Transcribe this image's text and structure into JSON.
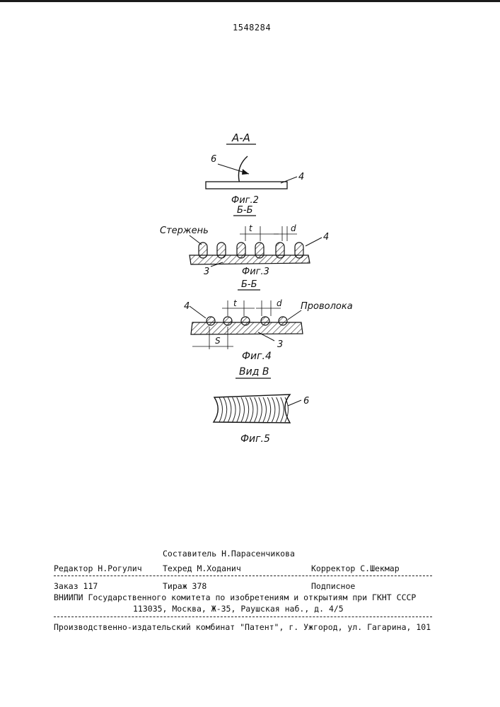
{
  "header": {
    "patent_number": "1548284"
  },
  "figures": {
    "section_aa": "A-A",
    "fig2": "Фиг.2",
    "section_bb_1": "Б-Б",
    "fig3": "Фиг.3",
    "section_bb_2": "Б-Б",
    "fig4": "Фиг.4",
    "view_v": "Вид В",
    "fig5": "Фиг.5"
  },
  "labels": {
    "rod": "Стержень",
    "wire": "Проволока",
    "t": "t",
    "d": "d",
    "s": "S",
    "n3": "3",
    "n4": "4",
    "n6": "6"
  },
  "colophon": {
    "compiler": "Составитель Н.Парасенчикова",
    "editor": "Редактор Н.Рогулич",
    "tech_editor": "Техред М.Ходанич",
    "corrector": "Корректор С.Шекмар",
    "order": "Заказ 117",
    "circulation": "Тираж 378",
    "subscription": "Подписное",
    "institute": "ВНИИПИ Государственного комитета по изобретениям и открытиям при ГКНТ СССР",
    "address": "113035, Москва, Ж-35, Раушская наб., д. 4/5",
    "printer": "Производственно-издательский комбинат \"Патент\", г. Ужгород, ул. Гагарина, 101"
  }
}
